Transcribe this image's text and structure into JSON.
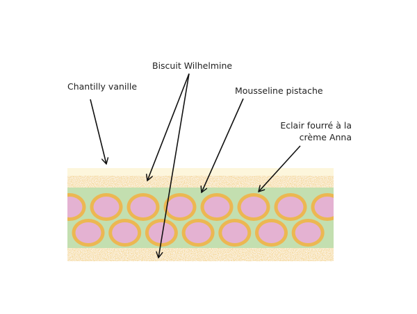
{
  "labels": {
    "chantilly": "Chantilly vanille",
    "biscuit": "Biscuit Wilhelmine",
    "mousseline": "Mousseline pistache",
    "eclair_line1": "Eclair fourré à la",
    "eclair_line2": "crème Anna"
  },
  "colors": {
    "cream": "#fdf6dc",
    "biscuit": "#e8b458",
    "mousseline": "#c3dfb0",
    "eclair_shell": "#ecb752",
    "eclair_filling": "#e4b2d2",
    "arrow": "#111111"
  }
}
